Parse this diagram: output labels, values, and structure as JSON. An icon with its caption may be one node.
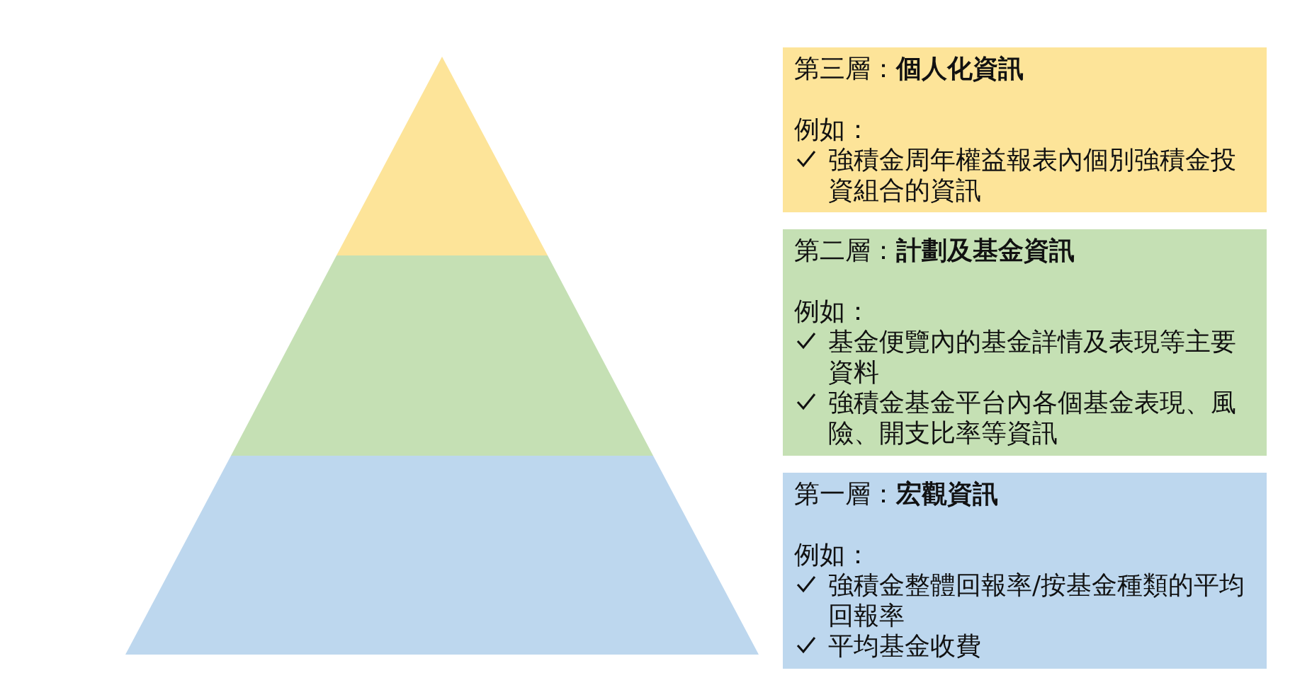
{
  "diagram": {
    "nodes": [
      {
        "text": [],
        "shape": "triangle"
      },
      {
        "text": [],
        "shape": "band"
      },
      {
        "text": [],
        "shape": "band"
      },
      {
        "text": [
          "第三層：**個人化資訊**",
          "例如：",
          "強積金周年權益報表內個別強積金投資組合的資訊"
        ]
      },
      {
        "text": [
          "第二層：**計劃及基金資訊**",
          "例如：",
          "基金便覽內的基金詳情及表現等主要資料",
          "強積金基金平台內各個基金表現、風險、開支比率等資訊"
        ]
      },
      {
        "text": [
          "第一層：**宏觀資訊**",
          "例如：",
          "強積金整體回報率/按基金種類的平均回報率",
          "平均基金收費"
        ]
      }
    ],
    "edges": []
  }
}
